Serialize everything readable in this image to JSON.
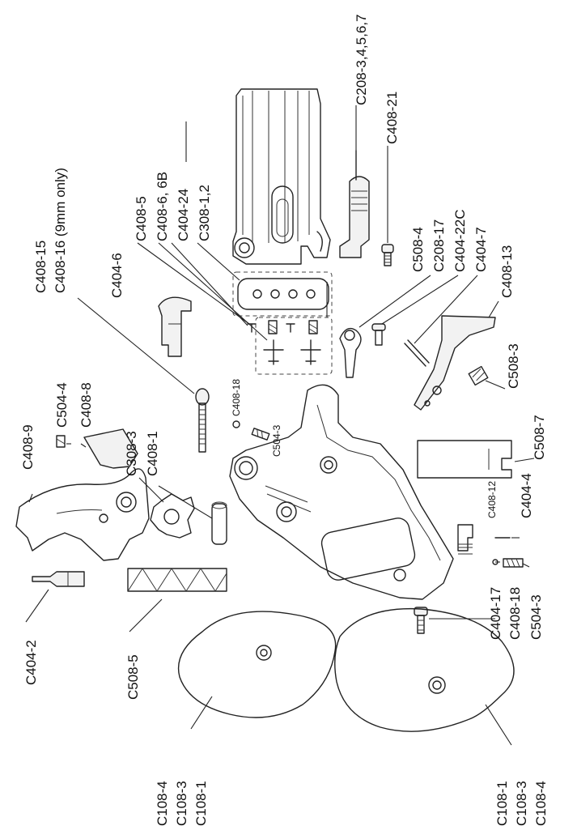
{
  "labels": {
    "c208_3": "C208-3,4,5,6,7",
    "c408_21": "C408-21",
    "c408_15": "C408-15",
    "c408_16": "C408-16 (9mm only)",
    "c404_6": "C404-6",
    "c408_5": "C408-5",
    "c408_6": "C408-6, 6B",
    "c404_24": "C404-24",
    "c308_1": "C308-1,2",
    "c508_4": "C508-4",
    "c208_17": "C208-17",
    "c404_22c": "C404-22C",
    "c404_7": "C404-7",
    "c408_13": "C408-13",
    "c504_4": "C504-4",
    "c408_8": "C408-8",
    "c408_9": "C408-9",
    "c308_3": "C308-3",
    "c408_1": "C408-1",
    "c408_18_top": "C408-18",
    "c504_3_top": "C504-3",
    "c508_3": "C508-3",
    "c508_7": "C508-7",
    "c408_12": "C408-12",
    "c404_4": "C404-4",
    "c404_17": "C404-17",
    "c408_18_bot": "C408-18",
    "c504_3_bot": "C504-3",
    "c404_2": "C404-2",
    "c508_5": "C508-5",
    "grip_left": [
      "C108-4",
      "C108-3",
      "C108-1"
    ],
    "grip_right": [
      "C108-1",
      "C108-3",
      "C108-4"
    ]
  }
}
